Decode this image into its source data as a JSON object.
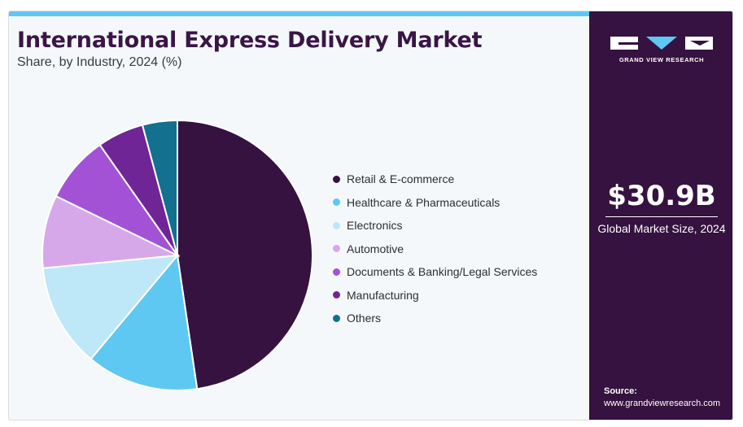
{
  "header": {
    "title": "International Express Delivery Market",
    "subtitle": "Share, by Industry, 2024 (%)"
  },
  "sidebar": {
    "brand": "GRAND VIEW RESEARCH",
    "market_value": "$30.9B",
    "market_caption": "Global Market Size, 2024",
    "source_label": "Source:",
    "source_url": "www.grandviewresearch.com"
  },
  "colors": {
    "accent_bar": "#5ec8f2",
    "sidebar_bg": "#35123f",
    "title": "#3a1545"
  },
  "chart_data": {
    "type": "pie",
    "title": "International Express Delivery Market",
    "subtitle": "Share, by Industry, 2024 (%)",
    "legend_position": "right",
    "start_angle_deg": 0,
    "direction": "clockwise",
    "slices": [
      {
        "label": "Retail & E-commerce",
        "value": 48.0,
        "color": "#35123f"
      },
      {
        "label": "Healthcare & Pharmaceuticals",
        "value": 13.5,
        "color": "#5ec8f2"
      },
      {
        "label": "Electronics",
        "value": 12.5,
        "color": "#bee8f8"
      },
      {
        "label": "Automotive",
        "value": 8.8,
        "color": "#d6a8ea"
      },
      {
        "label": "Documents & Banking/Legal Services",
        "value": 8.1,
        "color": "#a352d6"
      },
      {
        "label": "Manufacturing",
        "value": 5.6,
        "color": "#6f2596"
      },
      {
        "label": "Others",
        "value": 4.2,
        "color": "#13708f"
      }
    ]
  }
}
